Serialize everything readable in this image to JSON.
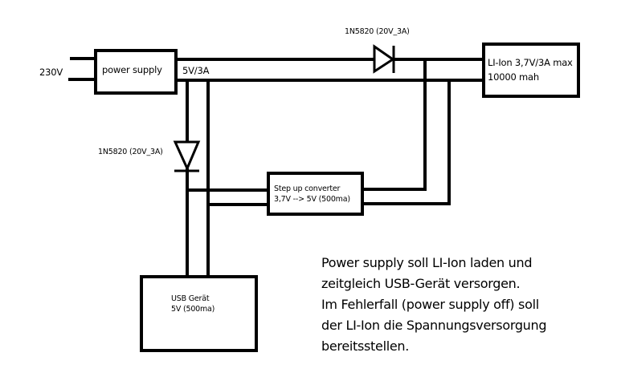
{
  "diagram": {
    "input_label": "230V",
    "power_supply": {
      "label": "power supply",
      "output_label": "5V/3A"
    },
    "diode_top": {
      "label": "1N5820 (20V_3A)"
    },
    "diode_left": {
      "label": "1N5820 (20V_3A)"
    },
    "battery": {
      "line1": "LI-Ion 3,7V/3A max",
      "line2": "10000 mah"
    },
    "step_up": {
      "line1": "Step up converter",
      "line2": "3,7V --> 5V (500ma)"
    },
    "usb_device": {
      "line1": "USB Gerät",
      "line2": "5V (500ma)"
    },
    "note": {
      "lines": [
        "Power supply soll LI-Ion laden und",
        "zeitgleich USB-Gerät versorgen.",
        "Im Fehlerfall (power supply off) soll",
        "der LI-Ion die Spannungsversorgung",
        "bereitsstellen."
      ]
    }
  }
}
